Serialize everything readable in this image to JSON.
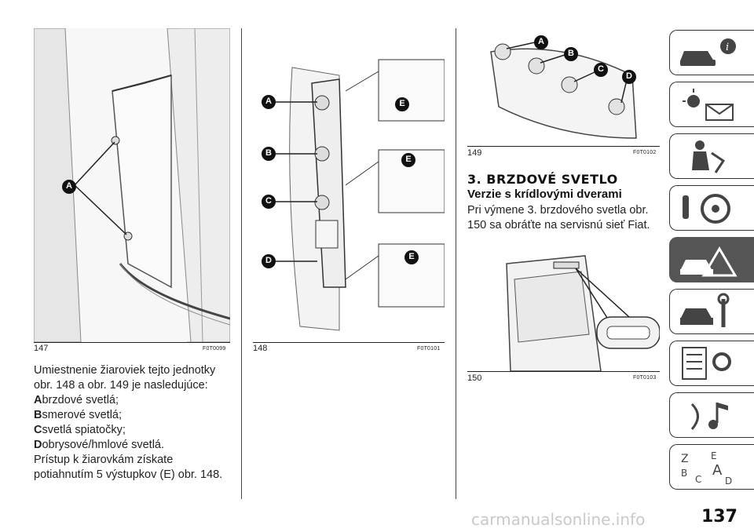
{
  "figures": [
    {
      "number": "147",
      "code": "F0T0099",
      "callouts": [
        "A"
      ]
    },
    {
      "number": "148",
      "code": "F0T0101",
      "callouts": [
        "A",
        "B",
        "C",
        "D",
        "E",
        "E",
        "E"
      ]
    },
    {
      "number": "149",
      "code": "F0T0102",
      "callouts": [
        "A",
        "B",
        "C",
        "D"
      ]
    },
    {
      "number": "150",
      "code": "F0T0103",
      "callouts": []
    }
  ],
  "left_text": {
    "intro": "Umiestnenie žiaroviek tejto jednotky obr. 148 a obr. 149 je nasledujúce:",
    "items": [
      {
        "key": "A",
        "text": "brzdové svetlá;"
      },
      {
        "key": "B",
        "text": "smerové svetlá;"
      },
      {
        "key": "C",
        "text": "svetlá spiatočky;"
      },
      {
        "key": "D",
        "text": "obrysové/hmlové svetlá."
      }
    ],
    "access": "Prístup k žiarovkám získate potiahnutím 5 výstupkov (E) obr. 148."
  },
  "section": {
    "title": "3. BRZDOVÉ SVETLO",
    "subtitle": "Verzie s krídlovými dverami",
    "body": "Pri výmene 3. brzdového svetla obr. 150 sa obráťte na servisnú sieť Fiat."
  },
  "sidebar_tabs": [
    {
      "icon": "car-info-icon",
      "active": false
    },
    {
      "icon": "light-envelope-icon",
      "active": false
    },
    {
      "icon": "seat-airbag-icon",
      "active": false
    },
    {
      "icon": "key-steering-wheel-icon",
      "active": false
    },
    {
      "icon": "car-emergency-icon",
      "active": true
    },
    {
      "icon": "car-wrench-icon",
      "active": false
    },
    {
      "icon": "checklist-gear-icon",
      "active": false
    },
    {
      "icon": "music-media-icon",
      "active": false
    },
    {
      "icon": "alphabet-index-icon",
      "active": false
    }
  ],
  "page_number": "137",
  "watermark": "carmanualsonline.info"
}
